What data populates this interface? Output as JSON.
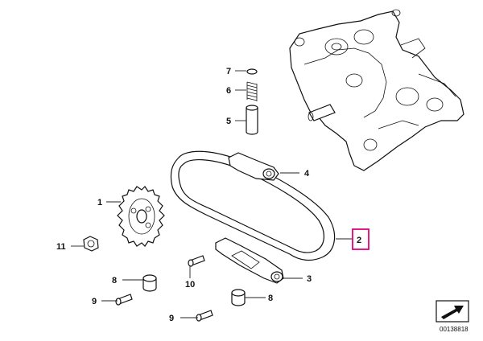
{
  "callouts": [
    {
      "id": "1",
      "label": "1"
    },
    {
      "id": "2",
      "label": "2",
      "highlighted": true
    },
    {
      "id": "3",
      "label": "3"
    },
    {
      "id": "4",
      "label": "4"
    },
    {
      "id": "5",
      "label": "5"
    },
    {
      "id": "6",
      "label": "6"
    },
    {
      "id": "7",
      "label": "7"
    },
    {
      "id": "8a",
      "label": "8"
    },
    {
      "id": "8b",
      "label": "8"
    },
    {
      "id": "9a",
      "label": "9"
    },
    {
      "id": "9b",
      "label": "9"
    },
    {
      "id": "10",
      "label": "10"
    },
    {
      "id": "11",
      "label": "11"
    }
  ],
  "highlight_color": "#e0007a",
  "diagram_code": "00138818",
  "nav_icon": "arrow-view-icon"
}
